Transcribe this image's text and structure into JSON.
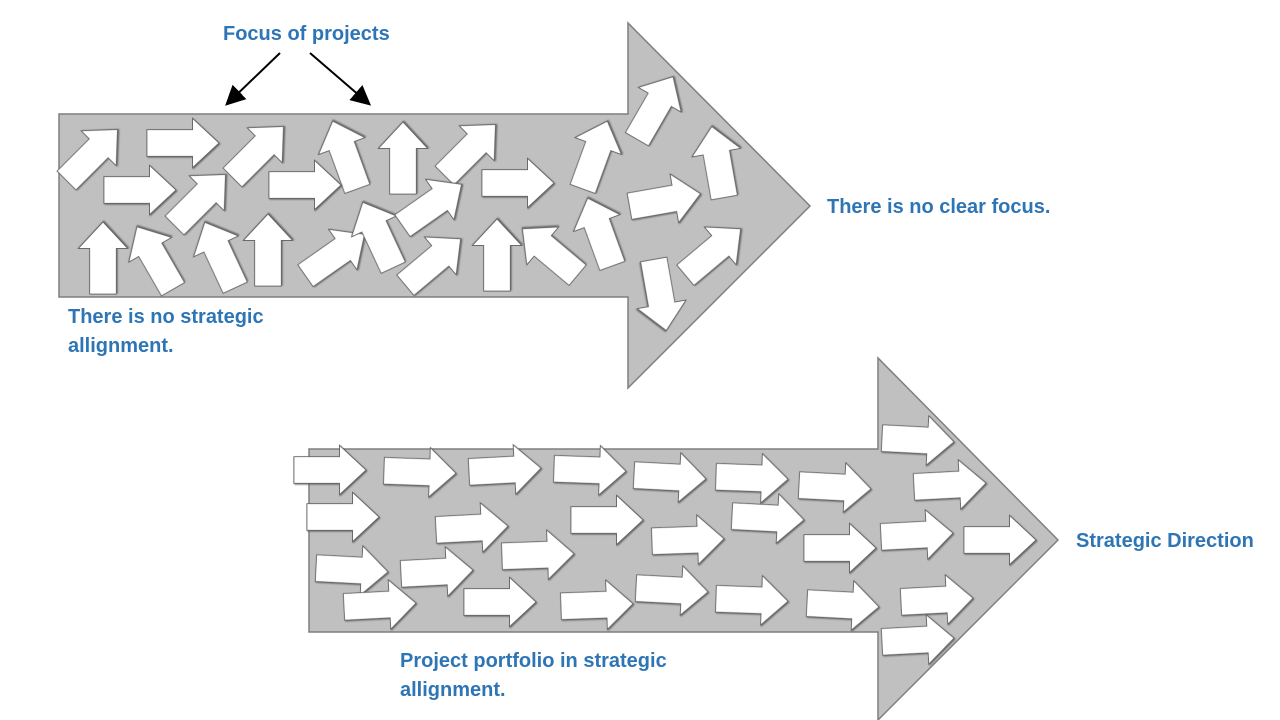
{
  "labels": {
    "focus_of_projects": "Focus of projects",
    "no_clear_focus": "There is no clear focus.",
    "no_alignment": "There is no strategic allignment.",
    "strategic_direction": "Strategic Direction",
    "portfolio_alignment": "Project portfolio in strategic allignment."
  },
  "colors": {
    "text": "#2e75b6",
    "big_arrow_fill": "#c0c0c0",
    "small_arrow_fill": "#ffffff"
  }
}
